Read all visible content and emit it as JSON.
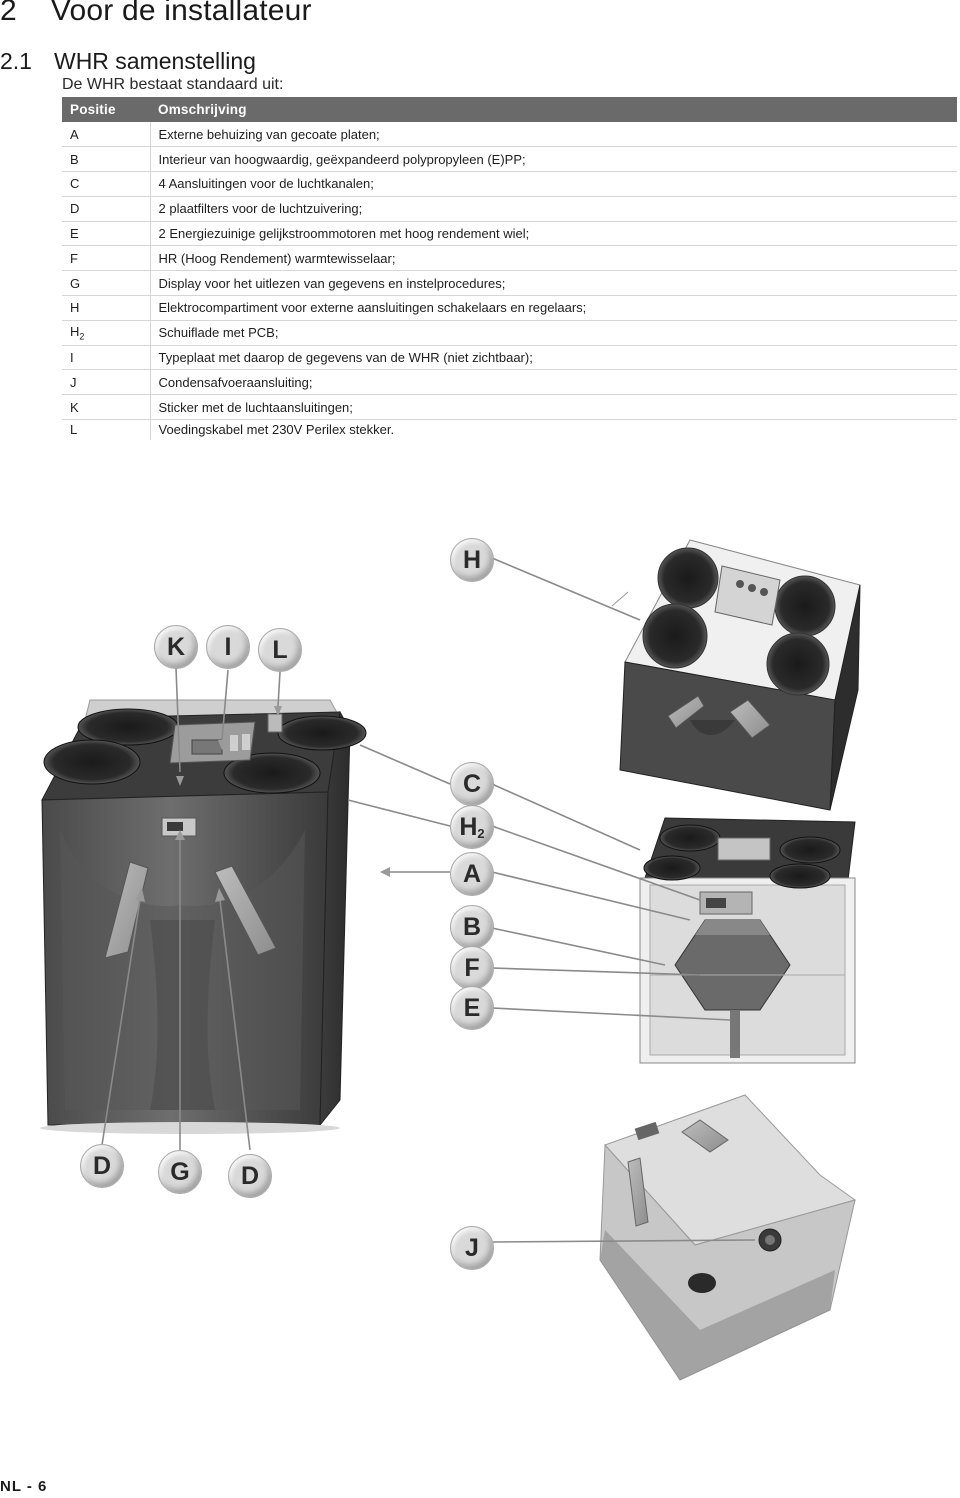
{
  "heading": {
    "number": "2",
    "title": "Voor de installateur"
  },
  "section": {
    "number": "2.1",
    "title": "WHR samenstelling"
  },
  "intro": "De WHR bestaat standaard uit:",
  "table": {
    "headers": [
      "Positie",
      "Omschrijving"
    ],
    "rows": [
      {
        "pos": "A",
        "desc": "Externe behuizing van gecoate platen;"
      },
      {
        "pos": "B",
        "desc": "Interieur van hoogwaardig, geëxpandeerd polypropyleen (E)PP;"
      },
      {
        "pos": "C",
        "desc": "4 Aansluitingen voor de luchtkanalen;"
      },
      {
        "pos": "D",
        "desc": "2 plaatfilters voor de luchtzuivering;"
      },
      {
        "pos": "E",
        "desc": "2 Energiezuinige gelijkstroommotoren met hoog rendement wiel;"
      },
      {
        "pos": "F",
        "desc": "HR (Hoog Rendement) warmtewisselaar;"
      },
      {
        "pos": "G",
        "desc": "Display voor het uitlezen van gegevens en instelprocedures;"
      },
      {
        "pos": "H",
        "desc": "Elektrocompartiment voor externe aansluitingen schakelaars en regelaars;"
      },
      {
        "pos": "H",
        "pos_sub": "2",
        "desc": "Schuiflade met PCB;"
      },
      {
        "pos": "I",
        "desc": "Typeplaat met daarop de gegevens van de WHR (niet zichtbaar);"
      },
      {
        "pos": "J",
        "desc": "Condensafvoeraansluiting;"
      },
      {
        "pos": "K",
        "desc": "Sticker met de luchtaansluitingen;"
      },
      {
        "pos": "L",
        "desc": "Voedingskabel met 230V Perilex stekker."
      }
    ]
  },
  "callouts": {
    "H": "H",
    "K": "K",
    "I": "I",
    "L": "L",
    "C": "C",
    "H2": "H",
    "H2_sub": "2",
    "A": "A",
    "B": "B",
    "F": "F",
    "E": "E",
    "D1": "D",
    "G": "G",
    "D2": "D",
    "J": "J"
  },
  "footer": "NL - 6"
}
